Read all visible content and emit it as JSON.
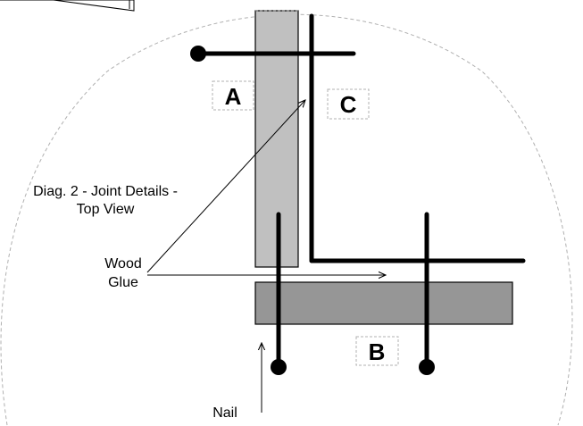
{
  "labels": {
    "board_a": "A",
    "board_b": "B",
    "corner_c": "C",
    "title_line1": "Diag. 2 - Joint Details -",
    "title_line2": "Top View",
    "wood_glue_line1": "Wood",
    "wood_glue_line2": "Glue",
    "nail": "Nail"
  },
  "colors": {
    "board_a_fill": "#c0c0c0",
    "board_b_fill": "#969696",
    "stroke": "#000000",
    "dashed_outline": "#b0b0b0"
  }
}
